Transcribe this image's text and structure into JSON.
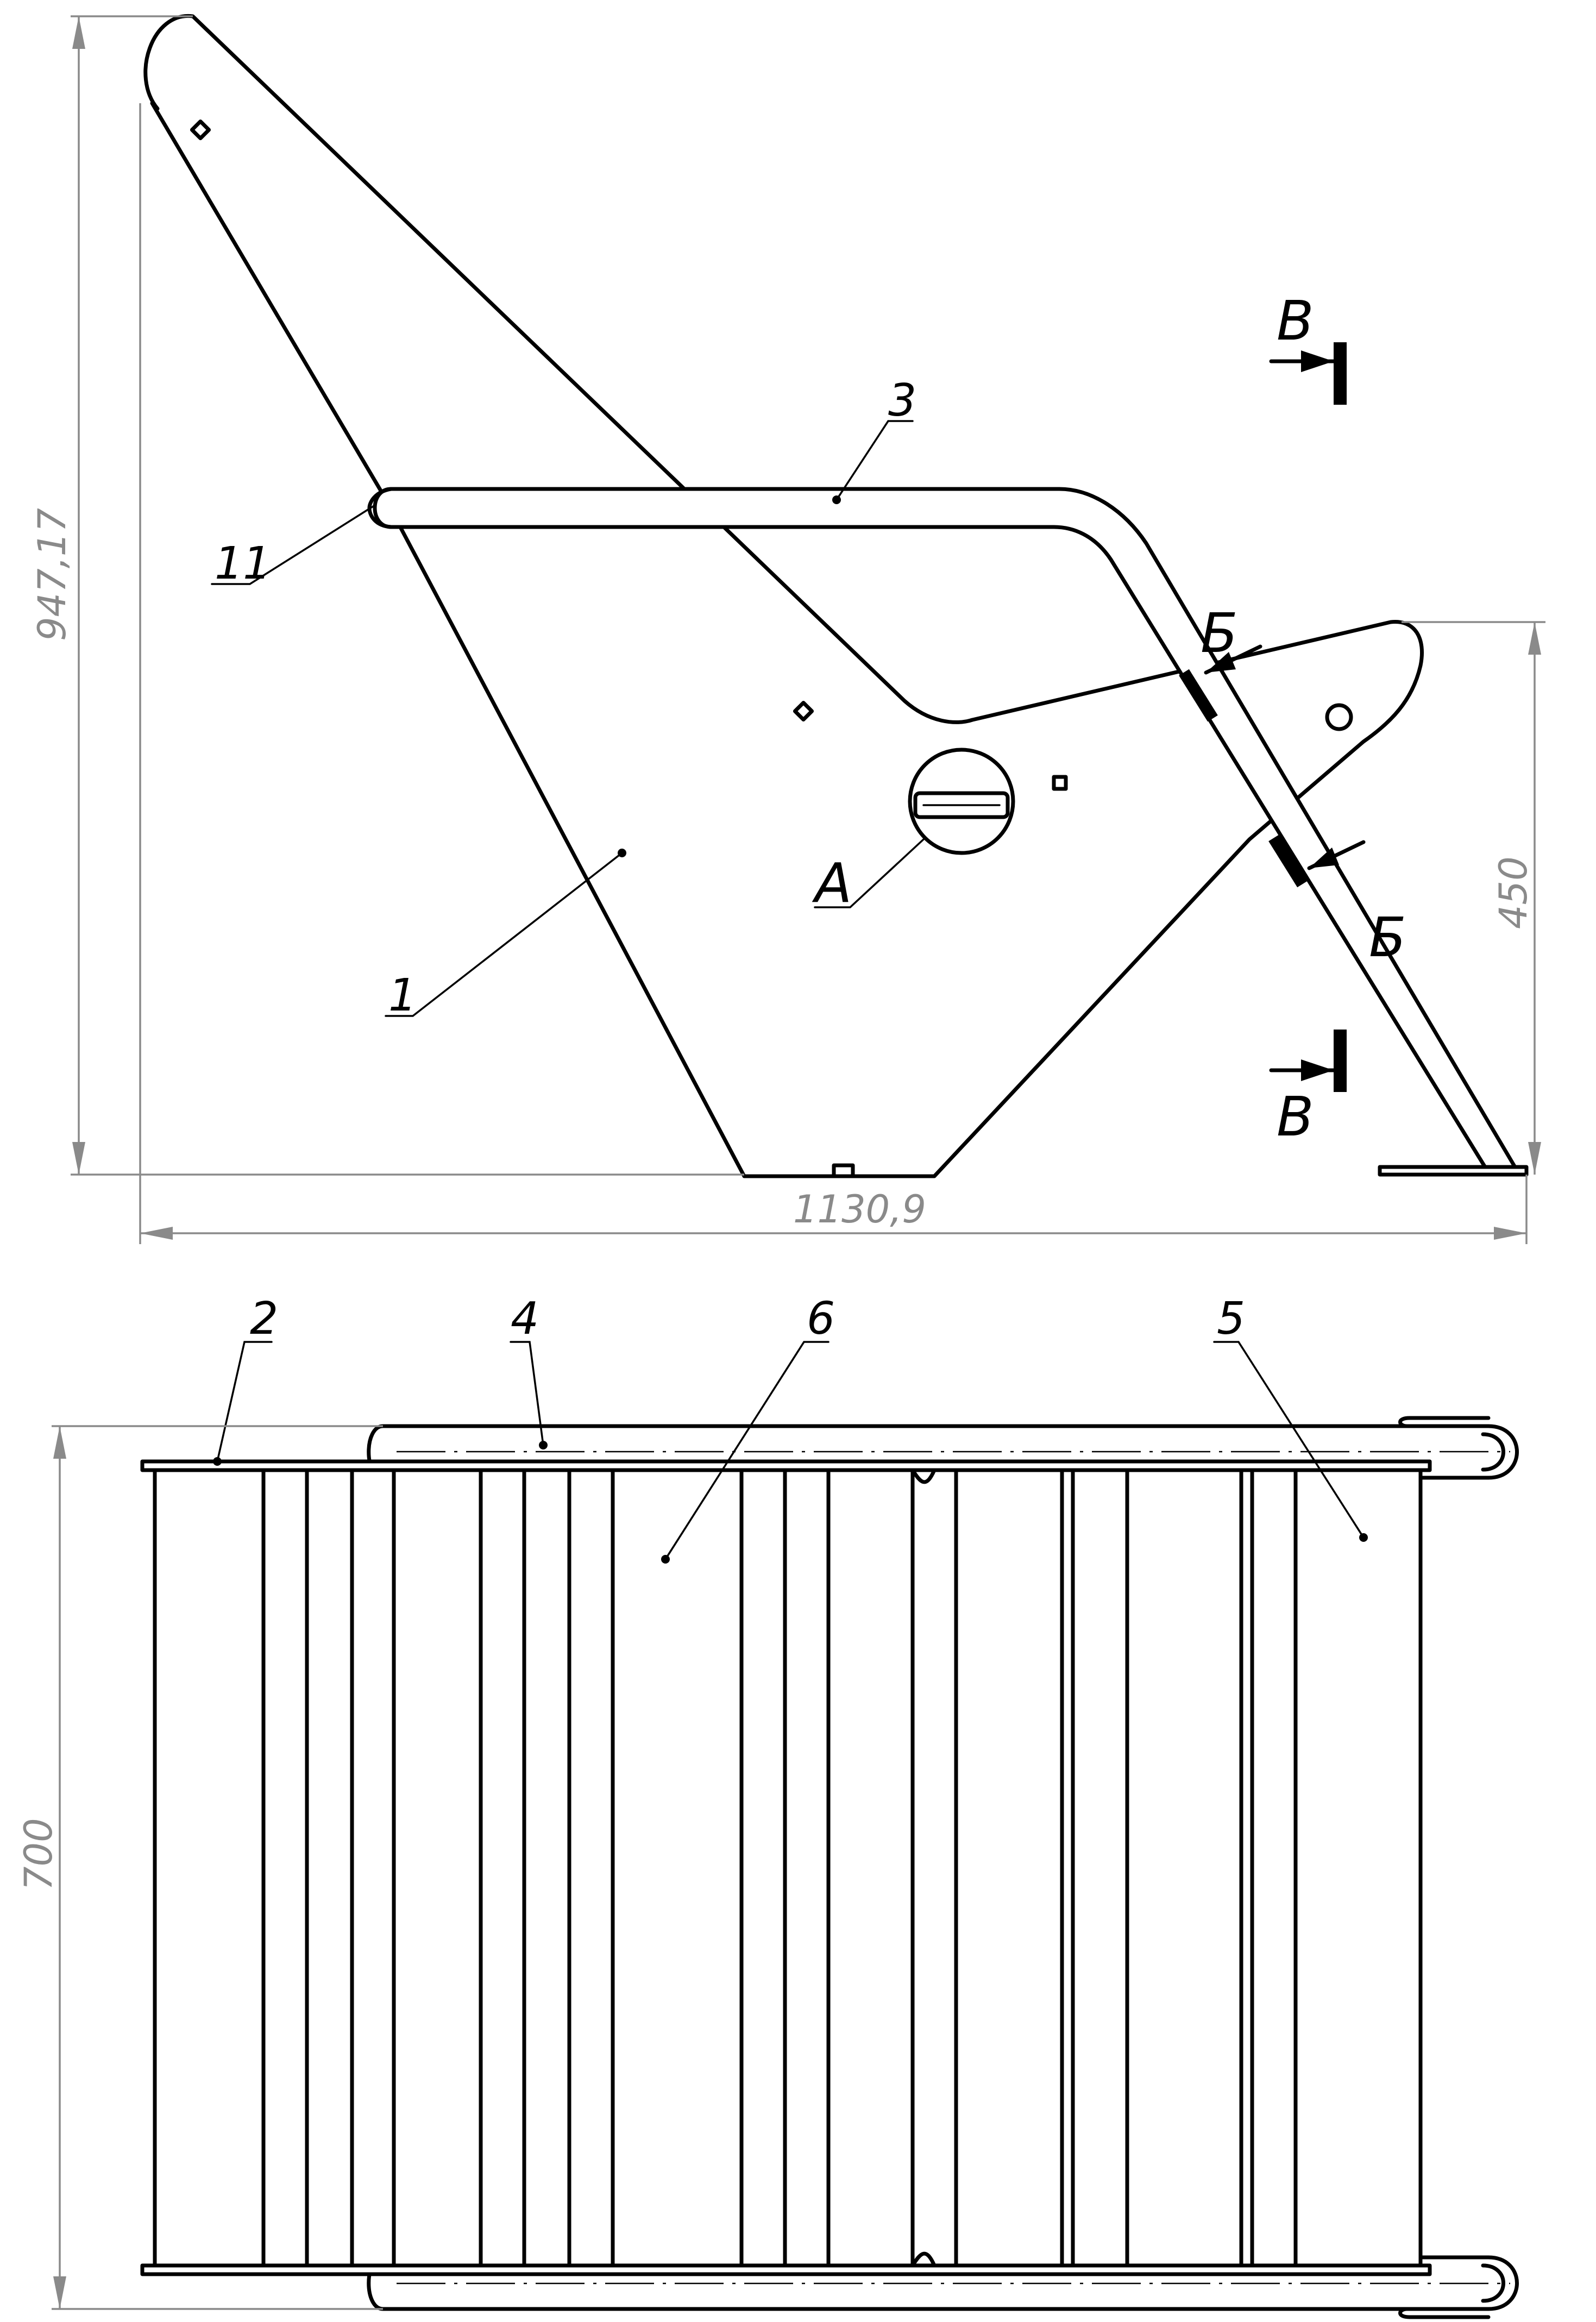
{
  "dimensions": {
    "height_side": "947,17",
    "width": "1130,9",
    "height_leg": "450",
    "width_top": "700"
  },
  "part_labels": {
    "p1": "1",
    "p2": "2",
    "p3": "3",
    "p4": "4",
    "p5": "5",
    "p6": "6",
    "p11": "11"
  },
  "detail_label": "А",
  "section_labels": {
    "b_top": "Б",
    "b_bottom": "Б",
    "v_top": "В",
    "v_bottom": "В"
  }
}
